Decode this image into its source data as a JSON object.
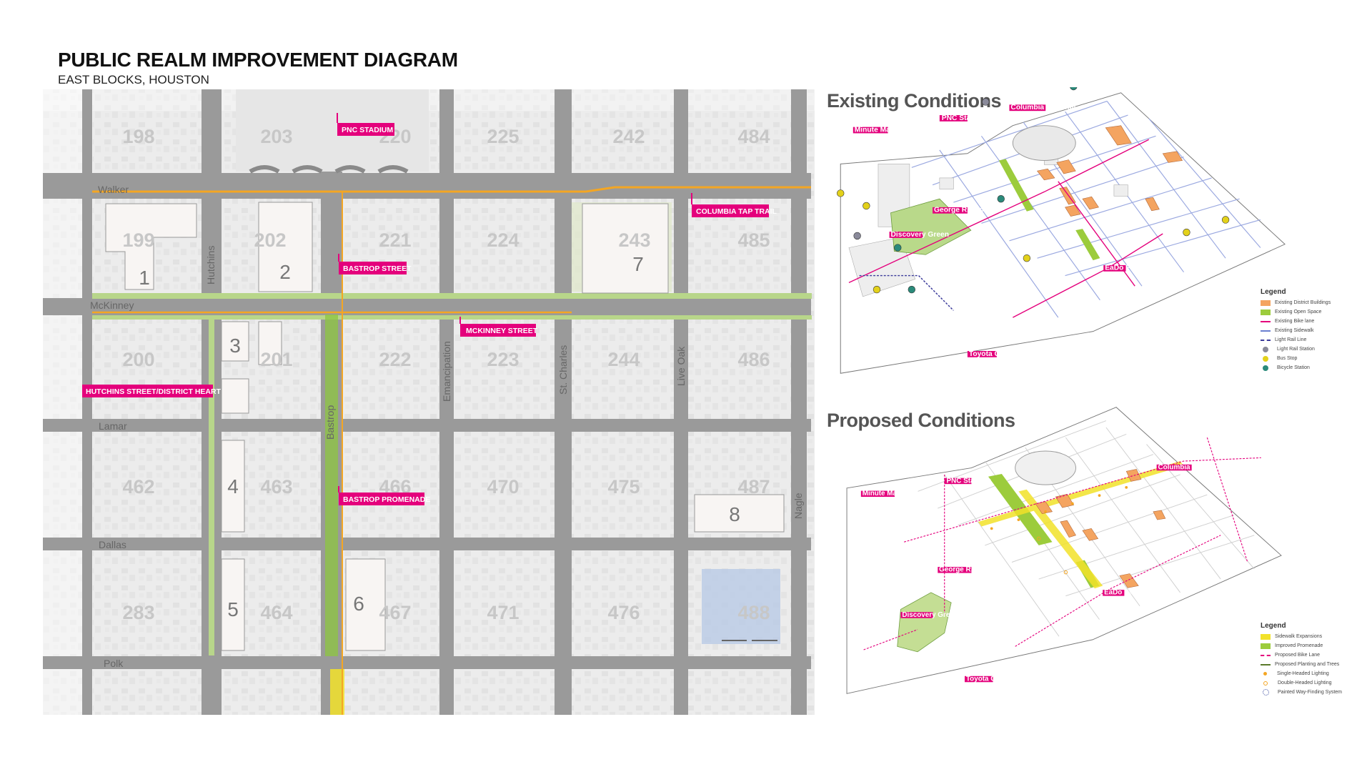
{
  "header": {
    "title": "PUBLIC REALM IMPROVEMENT DIAGRAM",
    "subtitle": "EAST BLOCKS, HOUSTON"
  },
  "map": {
    "block_numbers": [
      "198",
      "203",
      "220",
      "225",
      "242",
      "484",
      "199",
      "202",
      "221",
      "224",
      "243",
      "485",
      "200",
      "201",
      "222",
      "223",
      "244",
      "486",
      "462",
      "463",
      "466",
      "470",
      "475",
      "487",
      "283",
      "464",
      "467",
      "471",
      "476",
      "488"
    ],
    "parcels": [
      "1",
      "2",
      "3",
      "4",
      "5",
      "6",
      "7",
      "8"
    ],
    "streets": {
      "walker": "Walker",
      "mckinney": "McKinney",
      "lamar": "Lamar",
      "dallas": "Dallas",
      "polk": "Polk",
      "hutchins": "Hutchins",
      "bastrop": "Bastrop",
      "emancipation": "Emancipation",
      "st_charles": "St. Charles",
      "live_oak": "Live Oak",
      "nagle": "Nagle"
    },
    "callouts": {
      "pnc_stadium": "PNC STADIUM",
      "columbia_tap_trail": "COLUMBIA TAP TRAIL",
      "bastrop_street": "BASTROP STREET",
      "mckinney_street": "MCKINNEY STREET",
      "hutchins_heart": "HUTCHINS STREET/DISTRICT HEART",
      "bastrop_promenade": "BASTROP PROMENADE"
    },
    "colors": {
      "accent": "#e4007c",
      "road": "#9a9a9a",
      "trail": "#f4a623",
      "green": "#8cc63f"
    }
  },
  "existing": {
    "heading": "Existing Conditions",
    "labels": {
      "pnc": "PNC Stadium",
      "columbia": "Columbia Tap Trail",
      "minute_maid": "Minute Maid Park",
      "george_brown": "George R. Brown",
      "discovery": "Discovery Green",
      "toyota": "Toyota Center",
      "eado": "EaDo Park"
    },
    "legend": {
      "title": "Legend",
      "items": [
        {
          "label": "Existing District Buildings",
          "color": "#f4a460",
          "kind": "box"
        },
        {
          "label": "Existing Open Space",
          "color": "#9ccc3c",
          "kind": "box"
        },
        {
          "label": "Existing Bike lane",
          "color": "#e4007c",
          "kind": "line"
        },
        {
          "label": "Existing Sidewalk",
          "color": "#6a7fd0",
          "kind": "line"
        },
        {
          "label": "Light Rail Line",
          "color": "#3a3a9a",
          "kind": "dash"
        },
        {
          "label": "Light Rail Station",
          "color": "#8a8a9a",
          "kind": "pin"
        },
        {
          "label": "Bus Stop",
          "color": "#e3d11a",
          "kind": "pin"
        },
        {
          "label": "Bicycle Station",
          "color": "#2a8a7a",
          "kind": "pin"
        }
      ]
    }
  },
  "proposed": {
    "heading": "Proposed Conditions",
    "labels": {
      "pnc": "PNC Stadium",
      "columbia": "Columbia Tap Trail",
      "minute_maid": "Minute Maid Park",
      "george_brown": "George R. Brown",
      "discovery": "Discovery Green",
      "toyota": "Toyota Center",
      "eado": "EaDo Park"
    },
    "legend": {
      "title": "Legend",
      "items": [
        {
          "label": "Sidewalk Expansions",
          "color": "#f2e22a",
          "kind": "box"
        },
        {
          "label": "Improved Promenade",
          "color": "#9ccc3c",
          "kind": "box"
        },
        {
          "label": "Proposed Bike Lane",
          "color": "#e4007c",
          "kind": "arrow"
        },
        {
          "label": "Proposed Planting and Trees",
          "color": "#5a7a2a",
          "kind": "line"
        },
        {
          "label": "Single-Headed Lighting",
          "color": "#f4a623",
          "kind": "dot"
        },
        {
          "label": "Double-Headed Lighting",
          "color": "#f4a623",
          "kind": "ring"
        },
        {
          "label": "Painted Way-Finding System",
          "color": "#3a4aa0",
          "kind": "dotring"
        }
      ]
    }
  }
}
